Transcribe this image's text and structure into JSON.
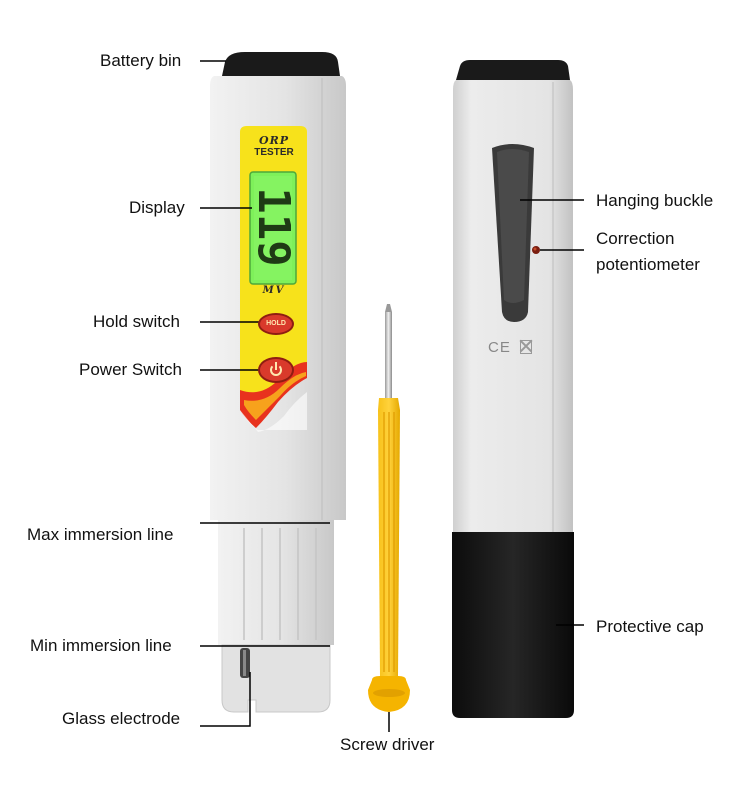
{
  "labels": {
    "battery_bin": "Battery bin",
    "display": "Display",
    "hold_switch": "Hold switch",
    "power_switch": "Power Switch",
    "max_immersion": "Max immersion line",
    "min_immersion": "Min immersion line",
    "glass_electrode": "Glass electrode",
    "screw_driver": "Screw driver",
    "hanging_buckle": "Hanging buckle",
    "correction_line1": "Correction",
    "correction_line2": "potentiometer",
    "protective_cap": "Protective cap"
  },
  "device": {
    "model_line1": "ORP",
    "model_line2": "TESTER",
    "lcd_reading": "119",
    "unit": "MV",
    "hold_button": "HOLD",
    "power_icon": "power-icon",
    "cert_marks": "CE",
    "weee_icon": "weee-bin-icon"
  },
  "colors": {
    "body": "#e6e6e6",
    "body_shadow": "#c9c9c9",
    "cap_top": "#1e1e1e",
    "faceplate": "#f7e21b",
    "lcd": "#7ef05a",
    "button": "#d93a2b",
    "swoosh": "#f29a1c",
    "screwdriver_handle": "#f4b400",
    "protective_cap": "#111111"
  }
}
